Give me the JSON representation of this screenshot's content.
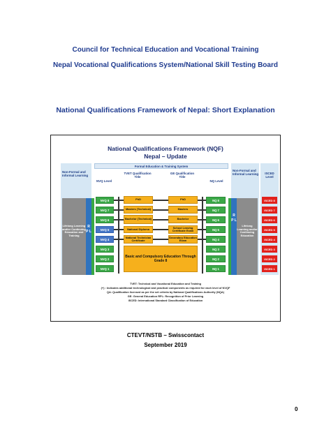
{
  "header": {
    "line1": "Council for Technical Education and Vocational Training",
    "line2": "Nepal Vocational Qualifications System/National Skill Testing Board",
    "subtitle": "National Qualifications Framework of Nepal: Short Explanation"
  },
  "figure": {
    "title_line1": "National Qualifications Framework (NQF)",
    "title_line2": "Nepal – Update",
    "top_band": "Formal Education & Training System",
    "left_header": "Non-Formal and Informal Learning",
    "right_header": "Non-Formal and Informal Learning",
    "isced_header": "ISCED Level",
    "nvq_header": "NVQ Level",
    "tvet_header": "TVET Qualification Title",
    "ge_header": "GE Qualification Title",
    "nq_header": "NQ Level",
    "left_gray": "Lifelong Learning and/or Continuing Education and Training",
    "right_gray": "Lifelong Learning and/or Continuing Education",
    "rpl_left": "R P L",
    "rpl_right": "R P L",
    "nvq_levels": [
      "NVQ 8",
      "NVQ 7",
      "NVQ 6",
      "NVQ 5",
      "NVQ 4",
      "NVQ 3",
      "NVQ 2",
      "NVQ 1"
    ],
    "nq_levels": [
      "NQ 8",
      "NQ 7",
      "NQ 6",
      "NQ 5",
      "NQ 4",
      "NQ 3",
      "NQ 2",
      "NQ 1"
    ],
    "tvet_titles": [
      "PhD",
      "Masters (Technical)",
      "Bachelor (Technical)",
      "National Diploma",
      "National Technician Certificate"
    ],
    "ge_titles": [
      "PhD",
      "Masters",
      "Bachelor",
      "School Leaving Certificate Exam",
      "Secondary Education Exam"
    ],
    "basic_education": "Basic and Compulsory Education Through Grade 8",
    "isced_levels": [
      "ISCED 8",
      "ISCED 7",
      "ISCED 6",
      "ISCED 5",
      "ISCED 4",
      "ISCED 3",
      "ISCED 2",
      "ISCED 1"
    ],
    "legend": [
      "TVET: Technical and Vocational Education and Training",
      "(+) : Indicates additional technological and practical components as required for each level of NVQF",
      "QA: Qualification licensed as per the set criteria by National Qualifications Authority (NQA)",
      "GE: General Education   RPL: Recognition of Prior Learning",
      "ISCED: International Standard Classification of Education"
    ]
  },
  "footer": {
    "org": "CTEVT/NSTB – Swisscontact",
    "date": "September 2019",
    "page_number": "0"
  },
  "colors": {
    "heading_blue": "#1f3b8f",
    "nvq_green": "#3aa847",
    "nvq_selected": "#4575c6",
    "qualification_orange": "#f6b01c",
    "isced_red": "#e2211c",
    "rpl_blue": "#2f73bf",
    "lifelong_gray": "#8c8c8c"
  }
}
